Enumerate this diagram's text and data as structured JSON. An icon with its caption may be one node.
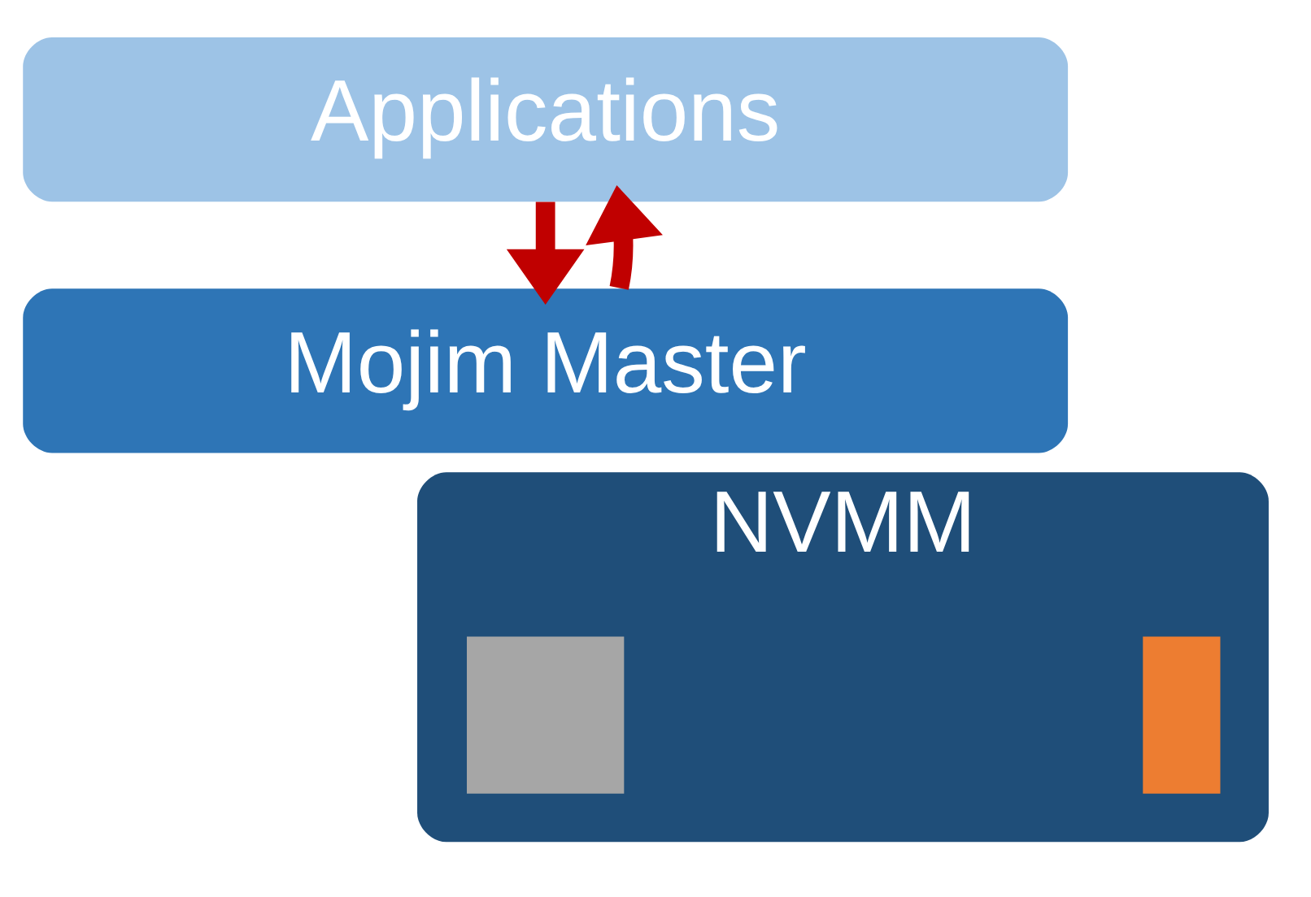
{
  "diagram": {
    "nodes": [
      {
        "text": [
          "Applications"
        ]
      },
      {
        "text": [
          "Mojim Master"
        ]
      },
      {
        "text": [
          "NVMM"
        ]
      },
      {
        "text": [],
        "shape": "box",
        "in": 2
      },
      {
        "text": [],
        "shape": "box",
        "in": 2
      }
    ],
    "edges": [
      {
        "from": 0,
        "to": 1,
        "arrow": "to"
      },
      {
        "from": 1,
        "to": 0,
        "arrow": "to"
      }
    ]
  }
}
